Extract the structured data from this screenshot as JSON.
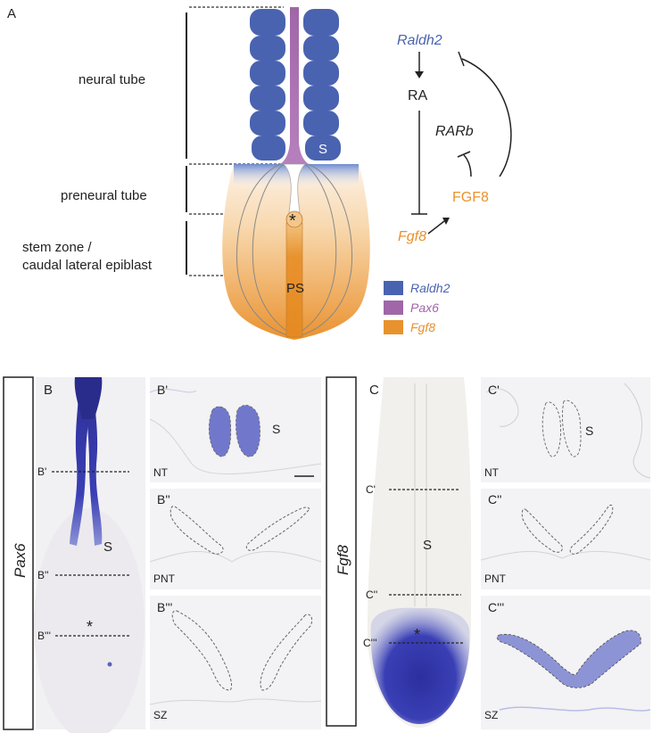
{
  "panel_a": {
    "letter": "A",
    "regions": {
      "neural_tube": "neural tube",
      "preneural_tube": "preneural tube",
      "stem_zone_line1": "stem zone /",
      "stem_zone_line2": "caudal lateral epiblast"
    },
    "markers": {
      "somite": "S",
      "node": "*",
      "primitive_streak": "PS"
    },
    "pathway": {
      "raldh2": "Raldh2",
      "ra": "RA",
      "rarb": "RARb",
      "fgf8_protein": "FGF8",
      "fgf8_gene": "Fgf8"
    },
    "legend": [
      {
        "label": "Raldh2",
        "color": "#4a63b0"
      },
      {
        "label": "Pax6",
        "color": "#a066a8"
      },
      {
        "label": "Fgf8",
        "color": "#e8922e"
      }
    ]
  },
  "panel_b": {
    "side_label": "Pax6",
    "letter": "B",
    "somite": "S",
    "node": "*",
    "section_lines": [
      "B'",
      "B''",
      "B'''"
    ],
    "sections": [
      {
        "letter": "B'",
        "tag": "NT",
        "extra": "S"
      },
      {
        "letter": "B''",
        "tag": "PNT",
        "extra": ""
      },
      {
        "letter": "B'''",
        "tag": "SZ",
        "extra": ""
      }
    ]
  },
  "panel_c": {
    "side_label": "Fgf8",
    "letter": "C",
    "somite": "S",
    "node": "*",
    "section_lines": [
      "C'",
      "C''",
      "C'''"
    ],
    "sections": [
      {
        "letter": "C'",
        "tag": "NT",
        "extra": "S"
      },
      {
        "letter": "C''",
        "tag": "PNT",
        "extra": ""
      },
      {
        "letter": "C'''",
        "tag": "SZ",
        "extra": ""
      }
    ]
  },
  "colors": {
    "blue": "#4a63b0",
    "purple": "#a066a8",
    "orange": "#e8922e",
    "stain": "#3a3fb5"
  }
}
